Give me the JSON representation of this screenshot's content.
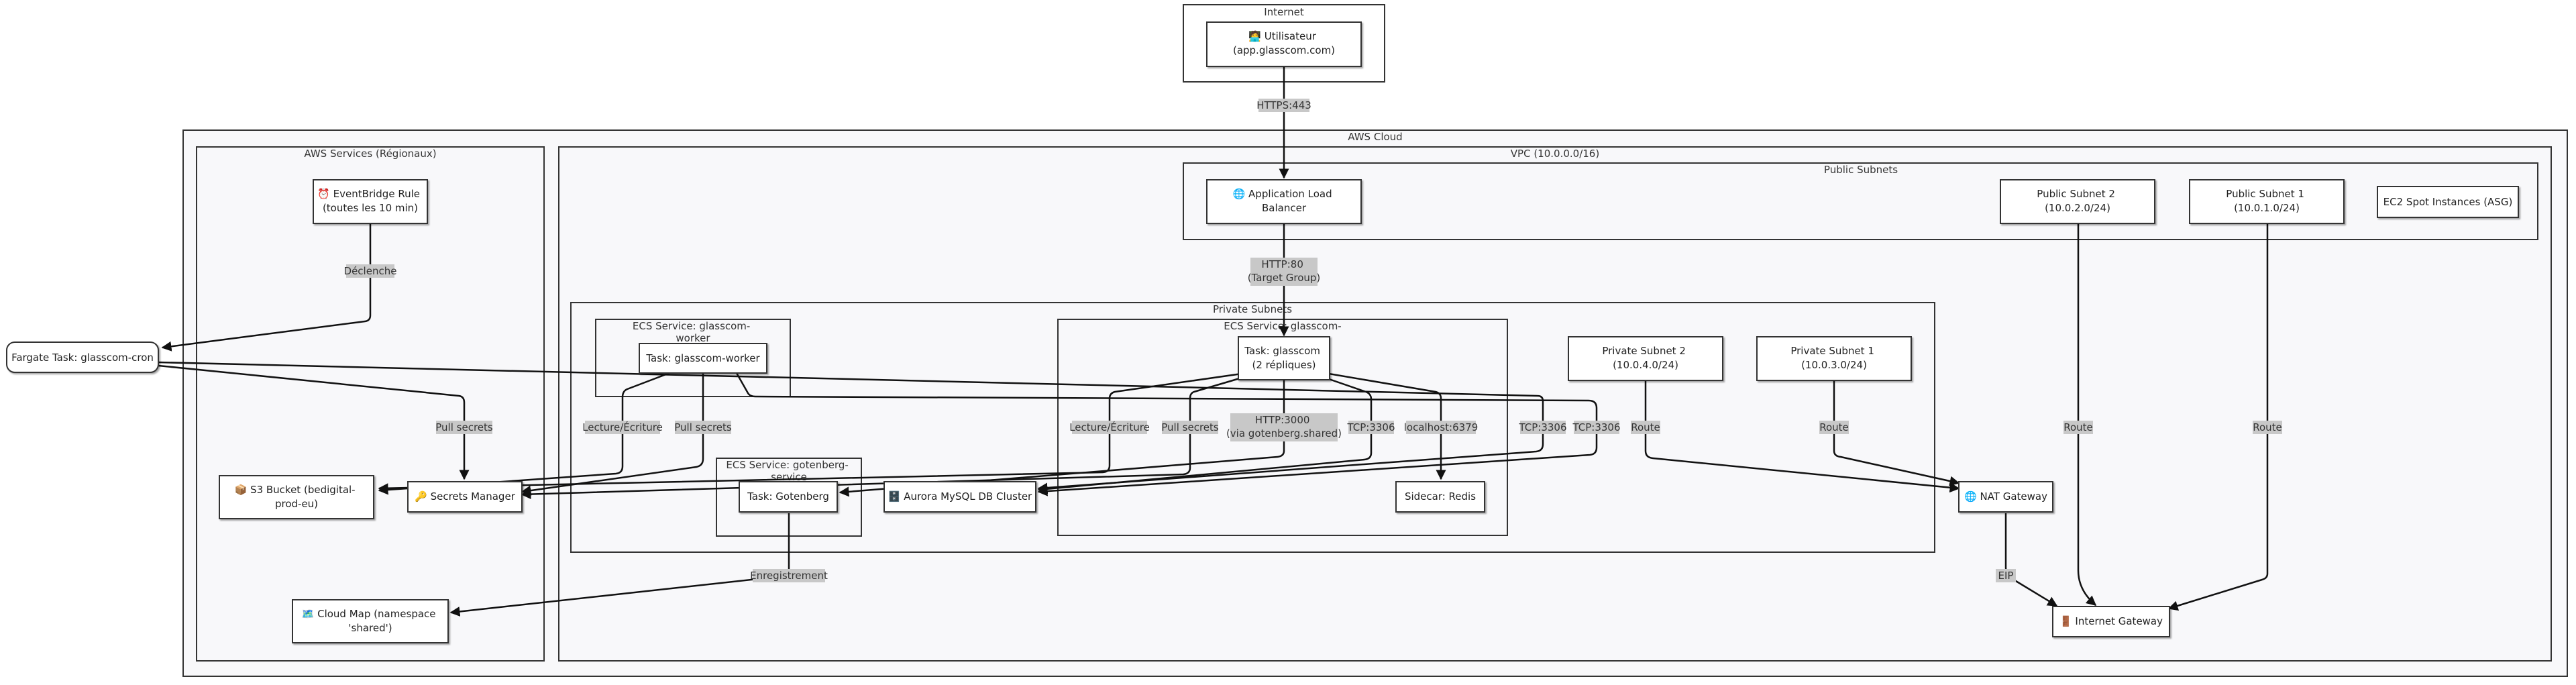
{
  "clusters": {
    "internet": "Internet",
    "aws_cloud": "AWS Cloud",
    "aws_services": "AWS Services (Régionaux)",
    "vpc": "VPC (10.0.0.0/16)",
    "public_subnets": "Public Subnets",
    "private_subnets": "Private Subnets",
    "ecs_worker": [
      "ECS Service: glasscom-",
      "worker"
    ],
    "ecs_glasscom": "ECS Service: glasscom-",
    "ecs_gotenberg": [
      "ECS Service: gotenberg-",
      "service"
    ]
  },
  "nodes": {
    "user": [
      "🧑‍💻 Utilisateur",
      "(app.glasscom.com)"
    ],
    "alb": [
      "🌐 Application Load",
      "Balancer"
    ],
    "public_subnet_2": [
      "Public Subnet 2",
      "(10.0.2.0/24)"
    ],
    "public_subnet_1": [
      "Public Subnet 1",
      "(10.0.1.0/24)"
    ],
    "ec2_spot": [
      "EC2 Spot Instances (ASG)"
    ],
    "eventbridge": [
      "⏰ EventBridge Rule",
      "(toutes les 10 min)"
    ],
    "fargate": [
      "Fargate Task: glasscom-cron"
    ],
    "task_worker": [
      "Task: glasscom-worker"
    ],
    "task_glasscom": [
      "Task: glasscom",
      "(2 répliques)"
    ],
    "private_subnet_2": [
      "Private Subnet 2",
      "(10.0.4.0/24)"
    ],
    "private_subnet_1": [
      "Private Subnet 1",
      "(10.0.3.0/24)"
    ],
    "s3": [
      "📦 S3 Bucket (bedigital-",
      "prod-eu)"
    ],
    "secrets": [
      "🔑 Secrets Manager"
    ],
    "task_gotenberg": [
      "Task: Gotenberg"
    ],
    "aurora": [
      "🗄️ Aurora MySQL DB Cluster"
    ],
    "redis": [
      "Sidecar: Redis"
    ],
    "nat": [
      "🌐 NAT Gateway"
    ],
    "cloudmap": [
      "🗺️ Cloud Map (namespace",
      "'shared')"
    ],
    "igw": [
      "🚪 Internet Gateway"
    ]
  },
  "edge_labels": {
    "https": [
      "HTTPS:443"
    ],
    "http80": [
      "HTTP:80",
      "(Target Group)"
    ],
    "declenche": [
      "Déclenche"
    ],
    "pull_secrets_cron": [
      "Pull secrets"
    ],
    "lecture_worker": [
      "Lecture/Écriture"
    ],
    "pull_secrets_worker": [
      "Pull secrets"
    ],
    "lecture_glasscom": [
      "Lecture/Écriture"
    ],
    "pull_secrets_glasscom": [
      "Pull secrets"
    ],
    "http3000": [
      "HTTP:3000",
      "(via gotenberg.shared)"
    ],
    "tcp3306_glasscom": [
      "TCP:3306"
    ],
    "localhost": [
      "localhost:6379"
    ],
    "tcp3306_worker": [
      "TCP:3306"
    ],
    "tcp3306_cron": [
      "TCP:3306"
    ],
    "route_priv2": [
      "Route"
    ],
    "route_priv1": [
      "Route"
    ],
    "route_pub2": [
      "Route"
    ],
    "route_pub1": [
      "Route"
    ],
    "enregistrement": [
      "Enregistrement"
    ],
    "eip": [
      "EIP"
    ]
  }
}
